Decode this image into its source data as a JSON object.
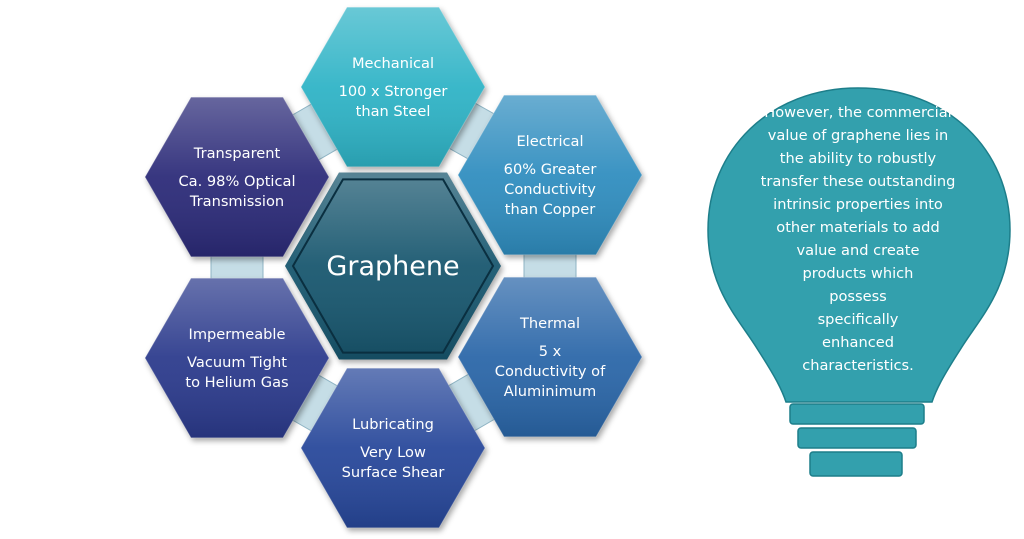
{
  "center": {
    "label": "Graphene",
    "color": "#17566e"
  },
  "properties": [
    {
      "id": "mechanical",
      "title": "Mechanical",
      "lines": [
        "100 x Stronger",
        "than Steel"
      ],
      "color": "#2eb3c6"
    },
    {
      "id": "electrical",
      "title": "Electrical",
      "lines": [
        "60% Greater",
        "Conductivity",
        "than Copper"
      ],
      "color": "#2f8dbf"
    },
    {
      "id": "thermal",
      "title": "Thermal",
      "lines": [
        "5 x",
        "Conductivity of",
        "Aluminimum"
      ],
      "color": "#2a66a8"
    },
    {
      "id": "lubricating",
      "title": "Lubricating",
      "lines": [
        "Very Low",
        "Surface Shear"
      ],
      "color": "#27479a"
    },
    {
      "id": "impermeable",
      "title": "Impermeable",
      "lines": [
        "Vacuum Tight",
        "to Helium Gas"
      ],
      "color": "#2b3a8c"
    },
    {
      "id": "transparent",
      "title": "Transparent",
      "lines": [
        "Ca. 98% Optical",
        "Transmission"
      ],
      "color": "#2b2a78"
    }
  ],
  "connector_color": "#c5dde6",
  "bulb": {
    "color": "#33a0ad",
    "lines": [
      "However, the commercial",
      "value of graphene lies in",
      "the ability to robustly",
      "transfer these outstanding",
      "intrinsic properties into",
      "other materials to add",
      "value and create",
      "products which",
      "possess",
      "specifically",
      "enhanced",
      "characteristics."
    ]
  }
}
